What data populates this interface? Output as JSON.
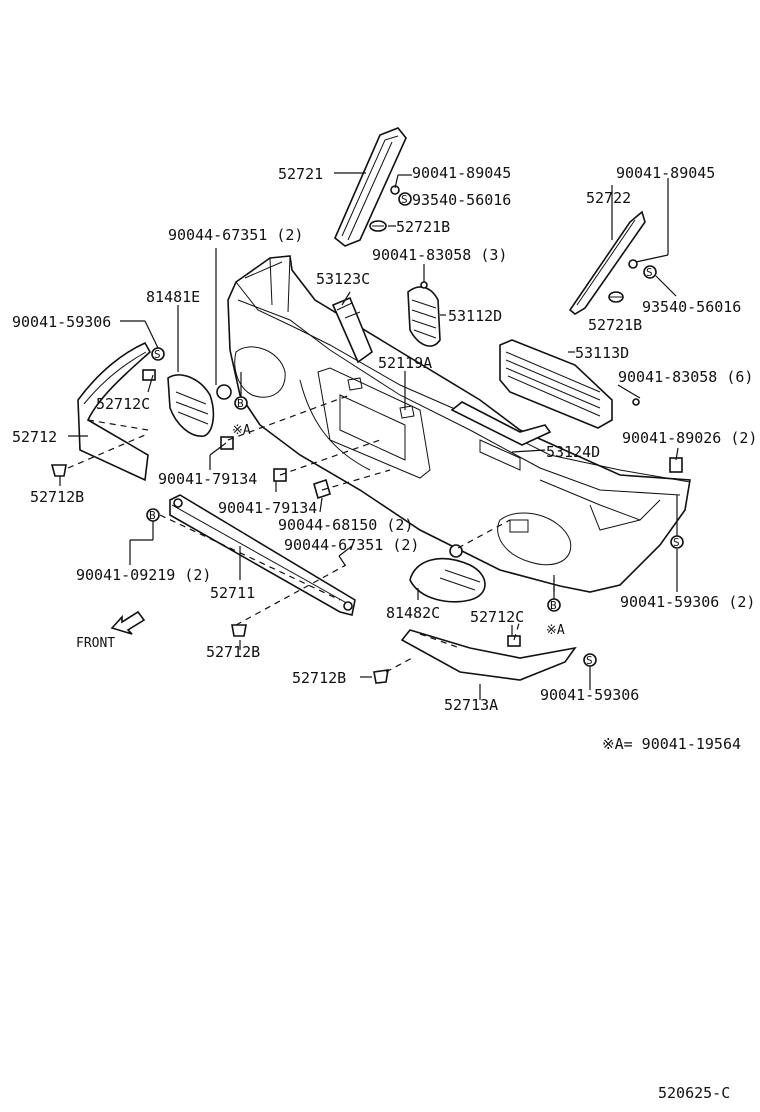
{
  "labels": {
    "p52721": "52721",
    "p90041_89045_a": "90041-89045",
    "p93540_56016_a": "93540-56016",
    "p52721B_a": "52721B",
    "p90041_89045_b": "90041-89045",
    "p52722": "52722",
    "p93540_56016_b": "93540-56016",
    "p52721B_b": "52721B",
    "p90044_67351_a": "90044-67351 (2)",
    "p90041_83058_a": "90041-83058 (3)",
    "p53123C": "53123C",
    "p81481E": "81481E",
    "p53112D": "53112D",
    "p90041_59306_a": "90041-59306",
    "p52119A": "52119A",
    "p53113D": "53113D",
    "p90041_83058_b": "90041-83058 (6)",
    "p52712C_a": "52712C",
    "p52712": "52712",
    "pA_a": "※A",
    "p90041_89026": "90041-89026 (2)",
    "p53124D": "53124D",
    "p90041_79134_a": "90041-79134",
    "p52712B_a": "52712B",
    "p90041_79134_b": "90041-79134",
    "p90044_68150": "90044-68150 (2)",
    "p90044_67351_b": "90044-67351 (2)",
    "p90041_09219": "90041-09219 (2)",
    "p52711": "52711",
    "p90041_59306_b": "90041-59306 (2)",
    "p81482C": "81482C",
    "p52712C_b": "52712C",
    "pA_b": "※A",
    "front": "FRONT",
    "p52712B_b": "52712B",
    "p52712B_c": "52712B",
    "p90041_59306_c": "90041-59306",
    "p52713A": "52713A",
    "note": "※A= 90041-19564",
    "diagram_code": "520625-C",
    "fastener_mark": "S",
    "fastener_mark_b": "B",
    "clip_mark_a": "A"
  }
}
